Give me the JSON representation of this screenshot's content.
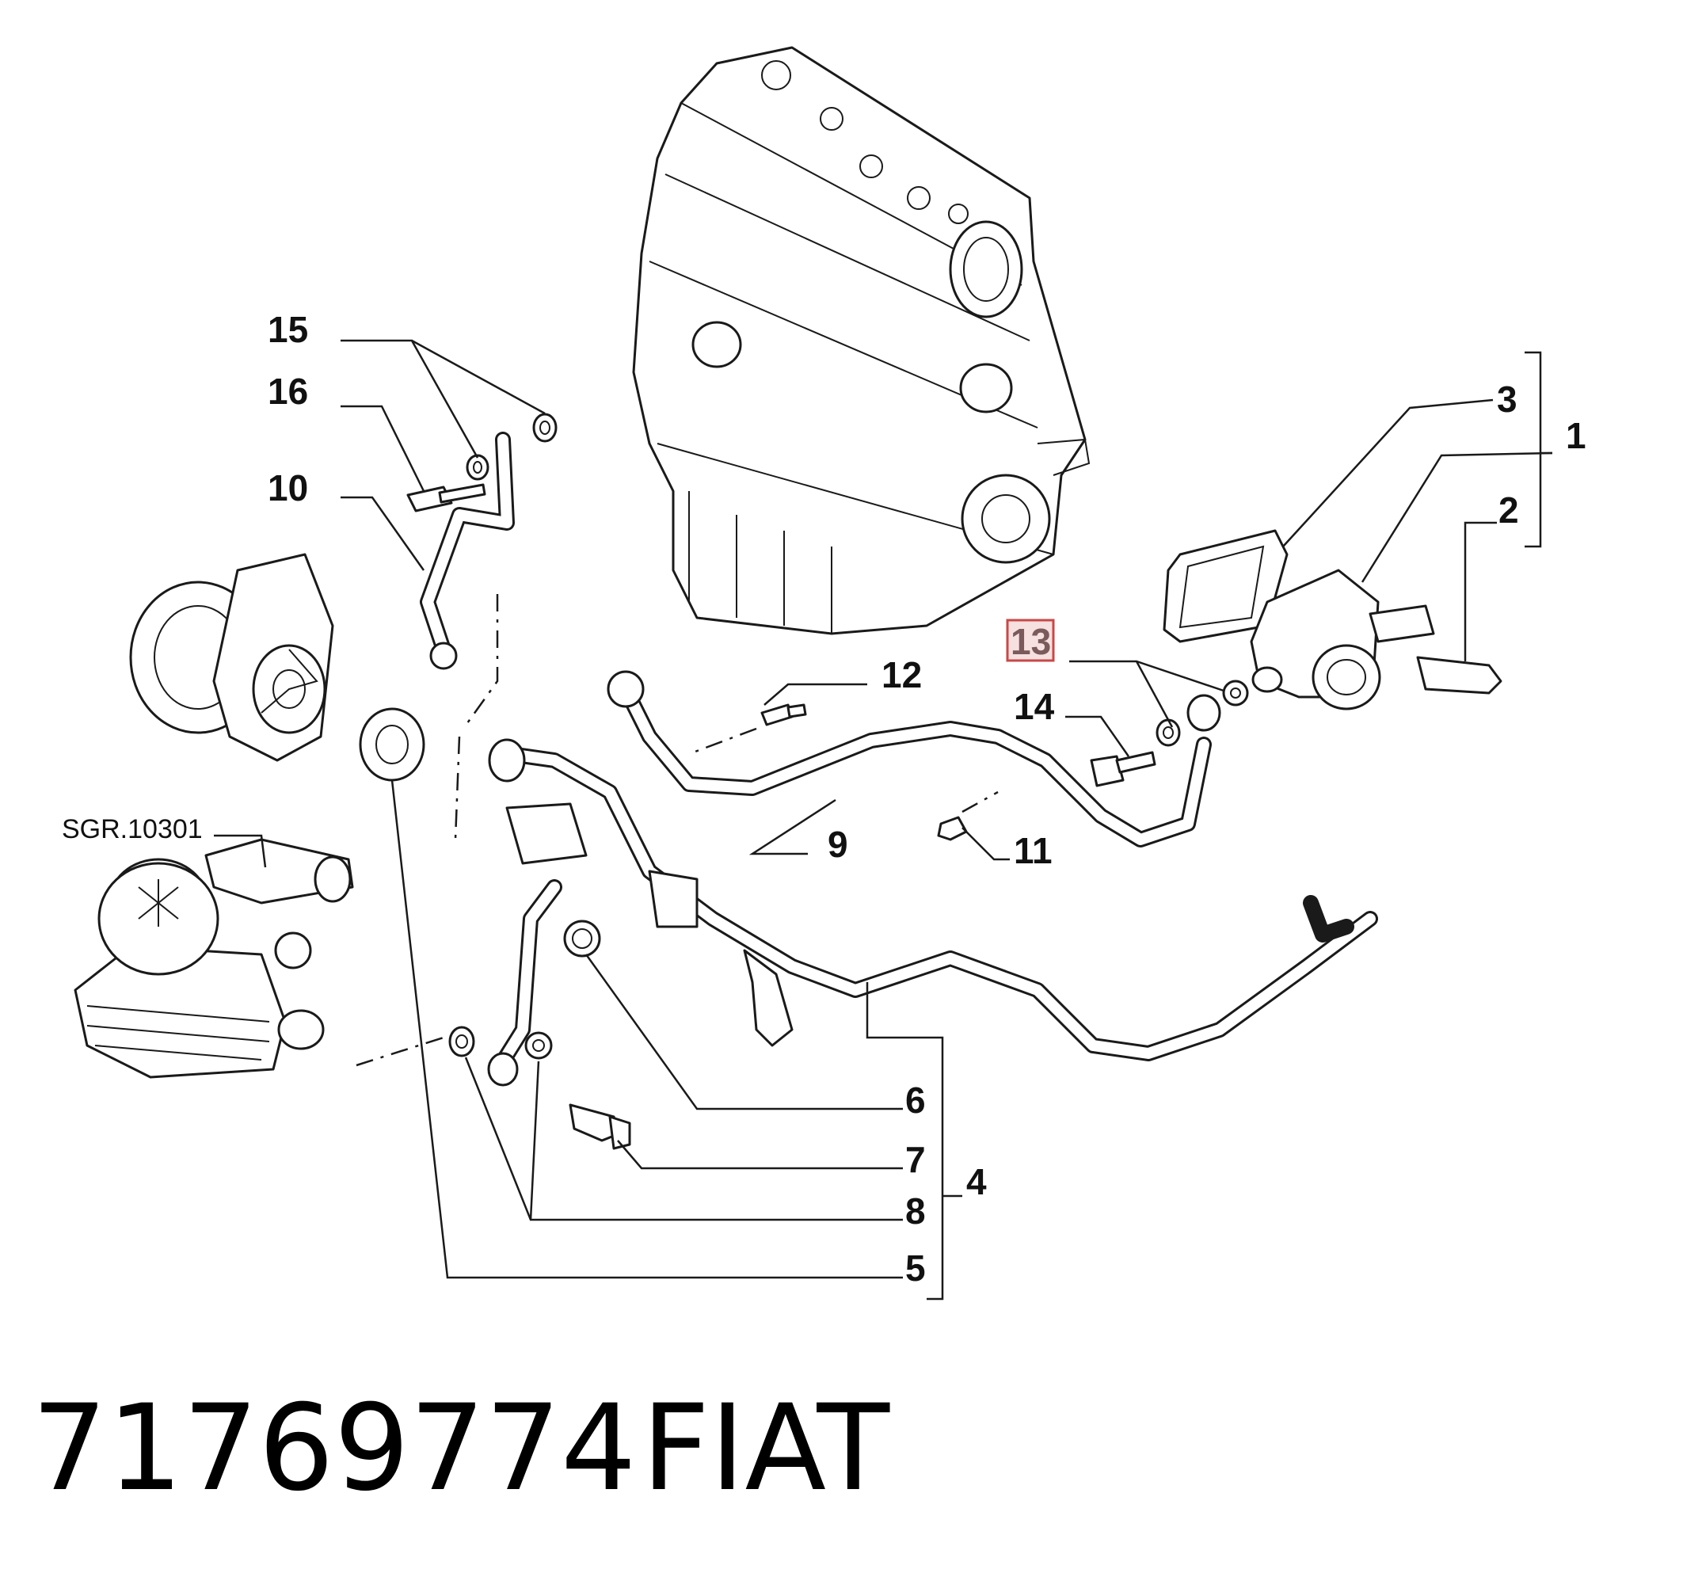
{
  "diagram": {
    "callouts": {
      "c1": "1",
      "c2": "2",
      "c3": "3",
      "c4": "4",
      "c5": "5",
      "c6": "6",
      "c7": "7",
      "c8": "8",
      "c9": "9",
      "c10": "10",
      "c11": "11",
      "c12": "12",
      "c13": "13",
      "c14": "14",
      "c15": "15",
      "c16": "16"
    },
    "reference_label": "SGR.10301",
    "highlighted_callout": "13",
    "colors": {
      "line": "#1a1a1a",
      "highlight_fill": "#f6e0e0",
      "highlight_stroke": "#c84848"
    }
  },
  "caption": {
    "part_number": "71769774",
    "brand": "FIAT"
  }
}
